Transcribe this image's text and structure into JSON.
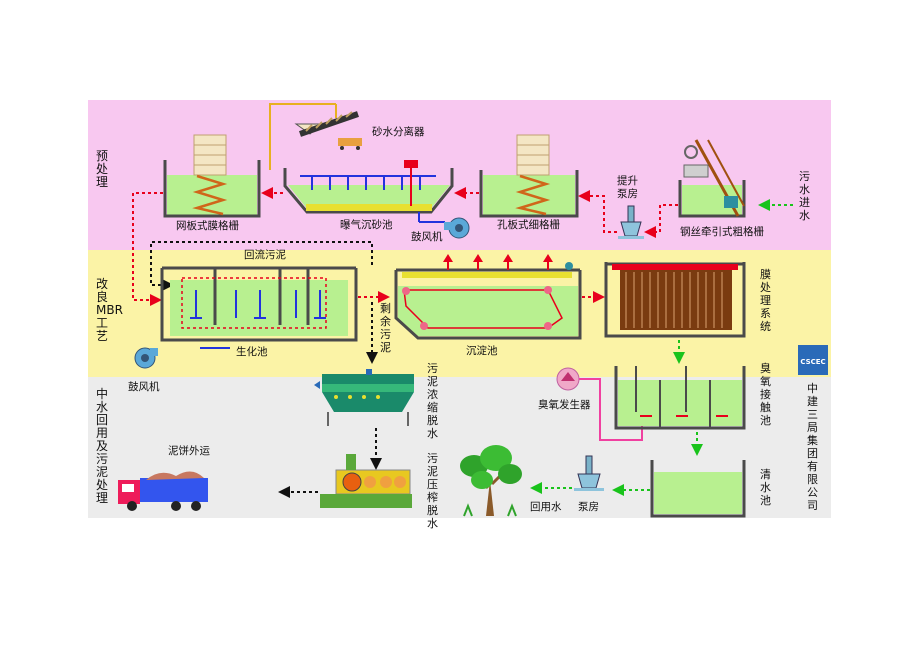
{
  "bands": {
    "pre": {
      "label": "预处理",
      "color": "#f8c8f0"
    },
    "mbr": {
      "label": "改良MBR工艺",
      "color": "#fbf3a6"
    },
    "reuse": {
      "label": "中水回用及污泥处理",
      "color": "#ececec"
    }
  },
  "company": {
    "label": "中建三局集团有限公司",
    "logo_text": "CSCEC"
  },
  "labels": {
    "sand_separator": "砂水分离器",
    "aerated_grit": "曝气沉砂池",
    "blower_top": "鼓风机",
    "mesh_screen": "网板式膜格栅",
    "hole_screen": "孔板式细格栅",
    "lift_pump": "提升泵房",
    "coarse_screen": "钢丝牵引式粗格栅",
    "inflow": "污水进水",
    "return_sludge": "回流污泥",
    "bio_tank": "生化池",
    "excess_sludge": "剩余污泥",
    "settling": "沉淀池",
    "membrane": "膜处理系统",
    "blower_left": "鼓风机",
    "thickener": "污泥浓缩脱水",
    "ozone_gen": "臭氧发生器",
    "ozone_contact": "臭氧接触池",
    "press": "污泥压榨脱水",
    "cake_out": "泥饼外运",
    "reuse_water": "回用水",
    "pump_room": "泵房",
    "clear_tank": "清水池"
  },
  "colors": {
    "water": "#b8f090",
    "steel": "#4a4a4a",
    "arrow_red": "#e8001c",
    "arrow_green": "#19c31b",
    "truck_body": "#3355ee",
    "truck_cab": "#ee1c5a"
  }
}
